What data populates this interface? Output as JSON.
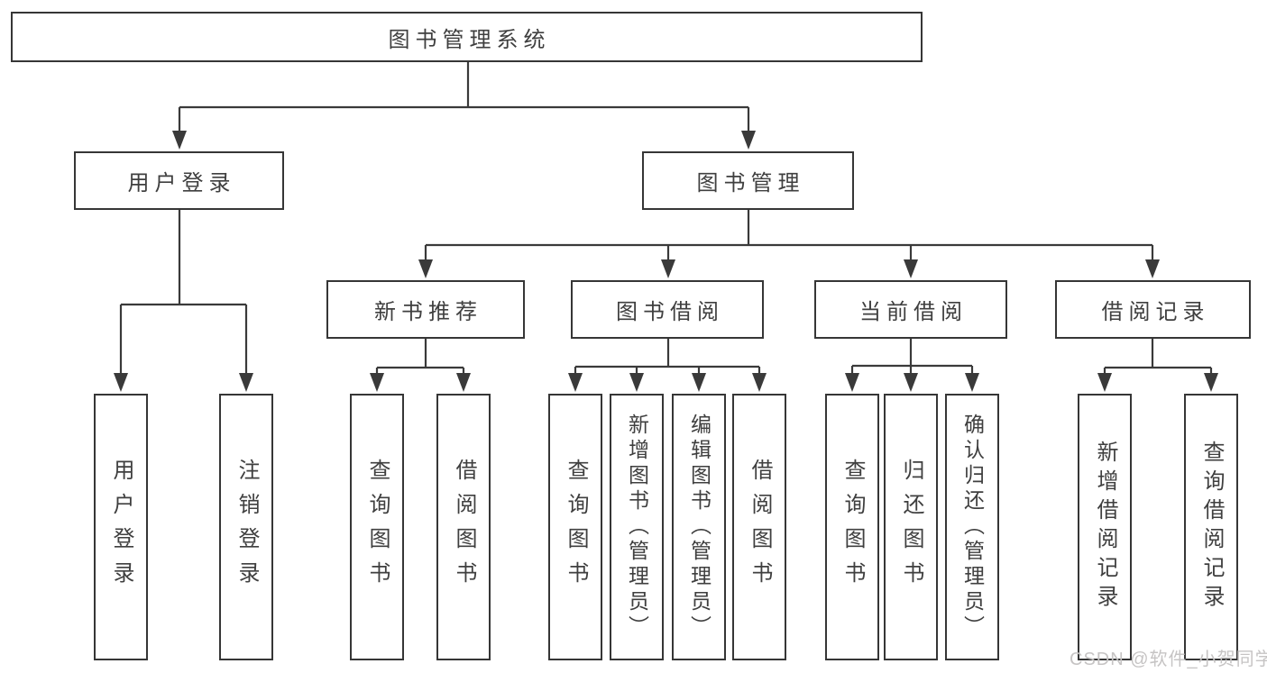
{
  "tree": {
    "label": "图书管理系统",
    "children": [
      {
        "label": "用户登录",
        "children": [
          {
            "label": "用户登录"
          },
          {
            "label": "注销登录"
          }
        ]
      },
      {
        "label": "图书管理",
        "children": [
          {
            "label": "新书推荐",
            "children": [
              {
                "label": "查询图书"
              },
              {
                "label": "借阅图书"
              }
            ]
          },
          {
            "label": "图书借阅",
            "children": [
              {
                "label": "查询图书"
              },
              {
                "label": "新增图书（管理员）"
              },
              {
                "label": "编辑图书（管理员）"
              },
              {
                "label": "借阅图书"
              }
            ]
          },
          {
            "label": "当前借阅",
            "children": [
              {
                "label": "查询图书"
              },
              {
                "label": "归还图书"
              },
              {
                "label": "确认归还（管理员）"
              }
            ]
          },
          {
            "label": "借阅记录",
            "children": [
              {
                "label": "新增借阅记录"
              },
              {
                "label": "查询借阅记录"
              }
            ]
          }
        ]
      }
    ]
  },
  "watermark": "CSDN @软件_小贺同学",
  "colors": {
    "line": "#3a3a3a",
    "text": "#3f3f3f",
    "border": "#363636",
    "bg": "#ffffff",
    "wm": "#c6c4c4"
  }
}
